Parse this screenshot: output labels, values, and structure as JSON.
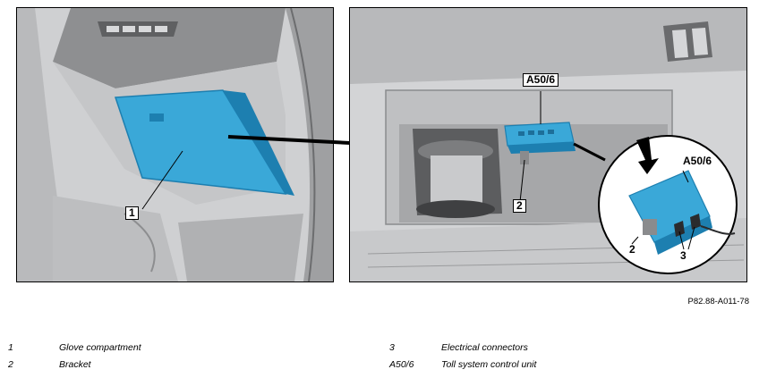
{
  "figure": {
    "id": "P82.88-A011-78",
    "labels": {
      "glove_compartment": "1",
      "bracket": "2",
      "connectors": "3",
      "control_unit": "A50/6"
    }
  },
  "legend": [
    {
      "num": "1",
      "text": "Glove compartment"
    },
    {
      "num": "2",
      "text": "Bracket"
    },
    {
      "num": "3",
      "text": "Electrical connectors"
    },
    {
      "num": "A50/6",
      "text": "Toll system control unit"
    }
  ],
  "colors": {
    "highlight": "#3aa8d8",
    "highlight_dark": "#1d7fb0",
    "line": "#000000"
  }
}
